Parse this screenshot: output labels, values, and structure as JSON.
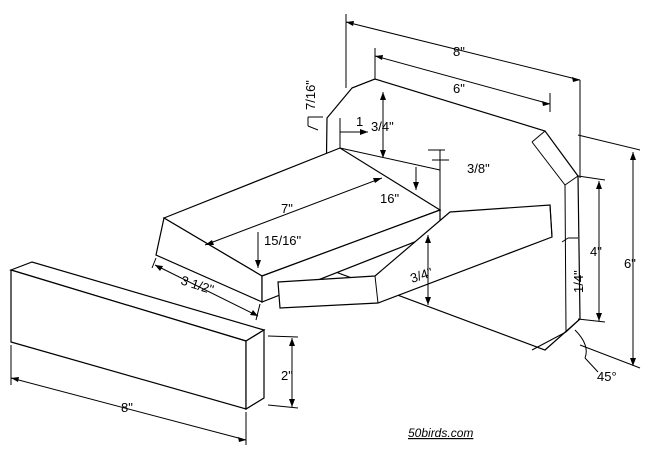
{
  "drawing": {
    "labels": {
      "back_width": "8\"",
      "back_top_width": "6\"",
      "back_height": "6\"",
      "back_side_height": "4\"",
      "back_side_offset": "1/4\"",
      "top_thickness": "7/16\"",
      "top_depth": "3/4\"",
      "top_one": "1",
      "top_right_offset": "3/8\"",
      "roof_length": "7\"",
      "roof_fraction_denominator": "16\"",
      "roof_edge": "15/16\"",
      "roof_depth": "3 1/2\"",
      "perch_thickness": "3/4\"",
      "front_length": "8\"",
      "front_height": "2\"",
      "chamfer_angle": "45°"
    },
    "website": "50birds.com"
  }
}
